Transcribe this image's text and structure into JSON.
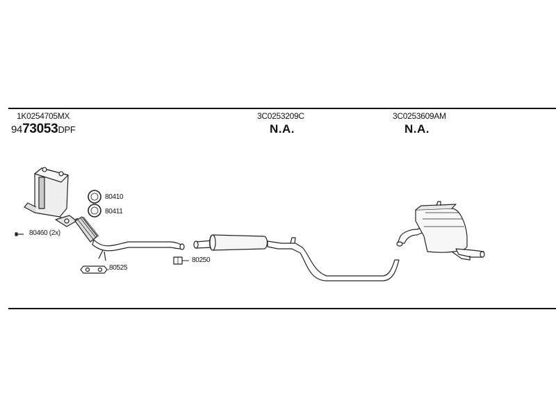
{
  "columns": [
    {
      "oe_number": "1K0254705MX",
      "part_prefix": "94",
      "part_main": "73053",
      "part_suffix": "DPF"
    },
    {
      "oe_number": "3C0253209C",
      "part_number": "N.A."
    },
    {
      "oe_number": "3C0253609AM",
      "part_number": "N.A."
    }
  ],
  "accessories": {
    "gasket_a": "80410",
    "gasket_b": "80411",
    "bolt": "80460 (2x)",
    "clamp_a": "80525",
    "clamp_b": "80250"
  }
}
